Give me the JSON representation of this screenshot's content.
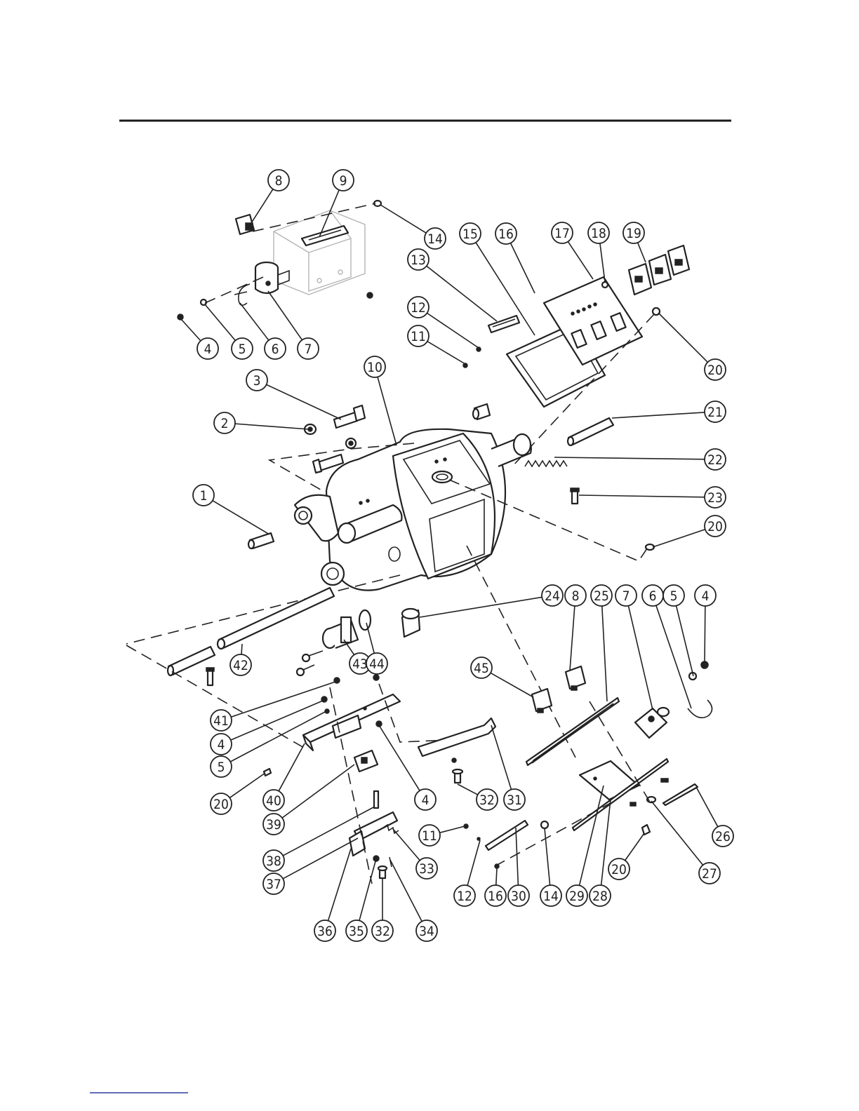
{
  "diagram": {
    "callouts": [
      {
        "label": "8"
      },
      {
        "label": "9"
      },
      {
        "label": "14"
      },
      {
        "label": "15"
      },
      {
        "label": "16"
      },
      {
        "label": "17"
      },
      {
        "label": "18"
      },
      {
        "label": "19"
      },
      {
        "label": "13"
      },
      {
        "label": "12"
      },
      {
        "label": "11"
      },
      {
        "label": "20"
      },
      {
        "label": "4"
      },
      {
        "label": "5"
      },
      {
        "label": "6"
      },
      {
        "label": "7"
      },
      {
        "label": "3"
      },
      {
        "label": "10"
      },
      {
        "label": "2"
      },
      {
        "label": "21"
      },
      {
        "label": "22"
      },
      {
        "label": "1"
      },
      {
        "label": "23"
      },
      {
        "label": "20"
      },
      {
        "label": "24"
      },
      {
        "label": "8"
      },
      {
        "label": "25"
      },
      {
        "label": "7"
      },
      {
        "label": "6"
      },
      {
        "label": "5"
      },
      {
        "label": "4"
      },
      {
        "label": "43"
      },
      {
        "label": "44"
      },
      {
        "label": "42"
      },
      {
        "label": "45"
      },
      {
        "label": "41"
      },
      {
        "label": "4"
      },
      {
        "label": "5"
      },
      {
        "label": "40"
      },
      {
        "label": "20"
      },
      {
        "label": "39"
      },
      {
        "label": "4"
      },
      {
        "label": "32"
      },
      {
        "label": "31"
      },
      {
        "label": "26"
      },
      {
        "label": "38"
      },
      {
        "label": "11"
      },
      {
        "label": "37"
      },
      {
        "label": "33"
      },
      {
        "label": "20"
      },
      {
        "label": "27"
      },
      {
        "label": "12"
      },
      {
        "label": "16"
      },
      {
        "label": "30"
      },
      {
        "label": "14"
      },
      {
        "label": "29"
      },
      {
        "label": "28"
      },
      {
        "label": "36"
      },
      {
        "label": "35"
      },
      {
        "label": "32"
      },
      {
        "label": "34"
      }
    ]
  }
}
